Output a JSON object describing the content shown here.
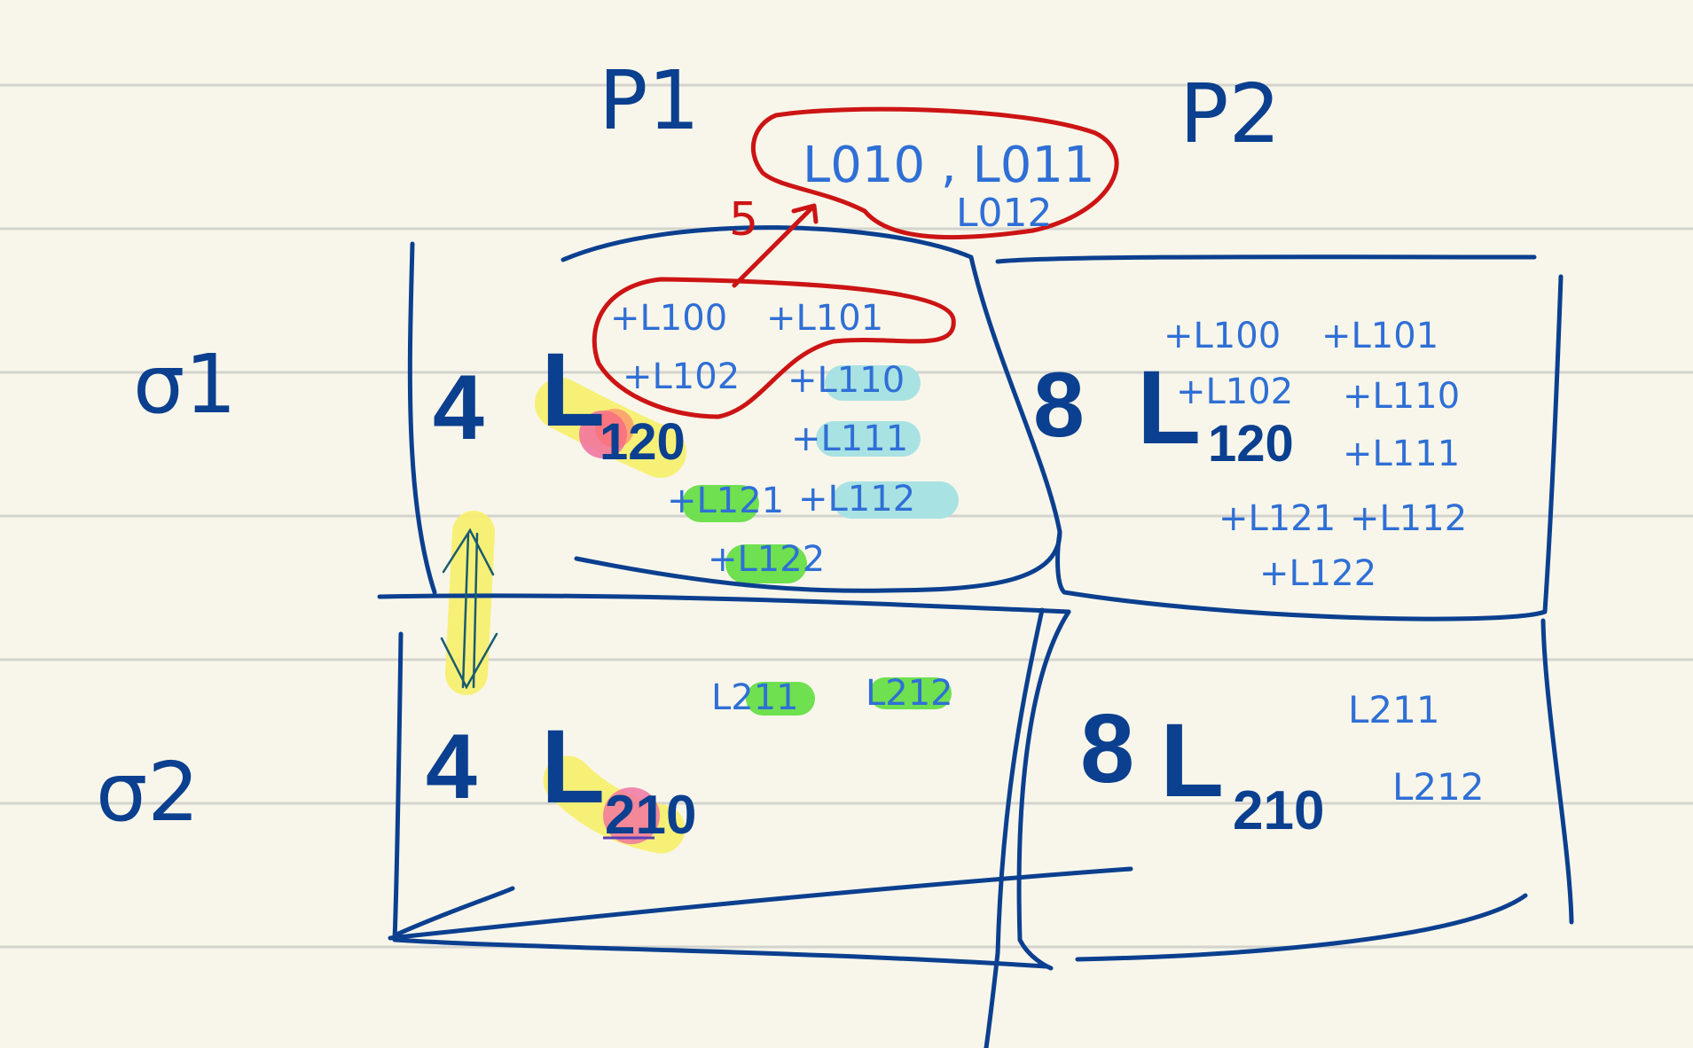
{
  "colors": {
    "paper": "#f8f6ea",
    "ruled_line": "#d4d4cf",
    "ink_dark_blue": "#0b3f8f",
    "ink_light_blue": "#2f6fd6",
    "ink_red": "#cc1414",
    "highlight_yellow": "#f6f06a",
    "highlight_green": "#6fe04f",
    "highlight_cyan": "#a9e2e3",
    "highlight_pink": "#f06ea0"
  },
  "columns": {
    "p1": "P1",
    "p2": "P2"
  },
  "rows": {
    "s1": "σ1",
    "s2": "σ2"
  },
  "cells": {
    "s1_p1": {
      "main": {
        "coef": "4",
        "sym": "L",
        "sub": "120"
      },
      "terms": [
        "+L100",
        "+L101",
        "+L102",
        "+L110",
        "+L111",
        "+L121",
        "+L112",
        "+L122"
      ]
    },
    "s1_p2": {
      "main": {
        "coef": "8",
        "sym": "L",
        "sub": "120"
      },
      "terms": [
        "+L100",
        "+L101",
        "+L102",
        "+L110",
        "+L111",
        "+L121",
        "+L112",
        "+L122"
      ]
    },
    "s2_p1": {
      "main": {
        "coef": "4",
        "sym": "L",
        "sub": "210"
      },
      "terms": [
        "L211",
        "L212"
      ]
    },
    "s2_p2": {
      "main": {
        "coef": "8",
        "sym": "L",
        "sub": "210"
      },
      "terms": [
        "L211",
        "L212"
      ]
    }
  },
  "callout": {
    "line1": "L010 , L011",
    "line2": "L012",
    "arrow_mark": "5"
  },
  "icons": [
    "double-arrow-icon",
    "callout-arrow-icon"
  ]
}
